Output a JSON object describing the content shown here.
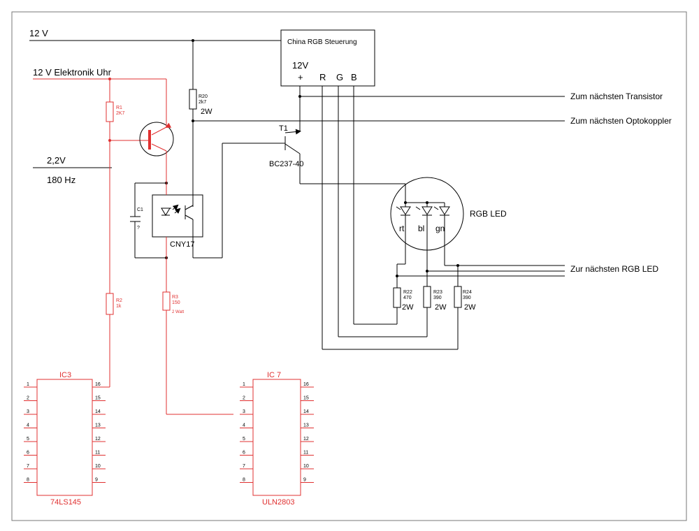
{
  "rails": {
    "v12": "12 V",
    "v12_uhr": "12 V Elektronik Uhr",
    "signal_voltage": "2,2V",
    "signal_freq": "180 Hz"
  },
  "controller": {
    "title": "China RGB Steuerung",
    "supply": "12V",
    "plus": "+",
    "r": "R",
    "g": "G",
    "b": "B"
  },
  "outputs": {
    "transistor": "Zum nächsten Transistor",
    "optokoppler": "Zum nächsten Optokoppler",
    "rgb_led": "Zur nächsten RGB LED"
  },
  "components": {
    "r20": {
      "name": "R20",
      "value": "2k7",
      "power": "2W"
    },
    "t1": {
      "name": "T1",
      "type": "BC237-40"
    },
    "r1": {
      "name": "R1",
      "value": "2K7"
    },
    "r2": {
      "name": "R2",
      "value": "1k"
    },
    "r3": {
      "name": "R3",
      "value": "150",
      "power": "2 Watt"
    },
    "c1": {
      "name": "C1",
      "value": "?"
    },
    "opto": {
      "name": "CNY17"
    },
    "led": {
      "label": "RGB LED",
      "rt": "rt",
      "bl": "bl",
      "gn": "gn"
    },
    "r22": {
      "name": "R22",
      "value": "470",
      "power": "2W"
    },
    "r23": {
      "name": "R23",
      "value": "390",
      "power": "2W"
    },
    "r24": {
      "name": "R24",
      "value": "390",
      "power": "2W"
    }
  },
  "ic3": {
    "name": "IC3",
    "type": "74LS145",
    "pins_left": [
      "1",
      "2",
      "3",
      "4",
      "5",
      "6",
      "7",
      "8"
    ],
    "pins_right": [
      "16",
      "15",
      "14",
      "13",
      "12",
      "11",
      "10",
      "9"
    ]
  },
  "ic7": {
    "name": "IC 7",
    "type": "ULN2803",
    "pins_left": [
      "1",
      "2",
      "3",
      "4",
      "5",
      "6",
      "7",
      "8"
    ],
    "pins_right": [
      "16",
      "15",
      "14",
      "13",
      "12",
      "11",
      "10",
      "9"
    ]
  }
}
